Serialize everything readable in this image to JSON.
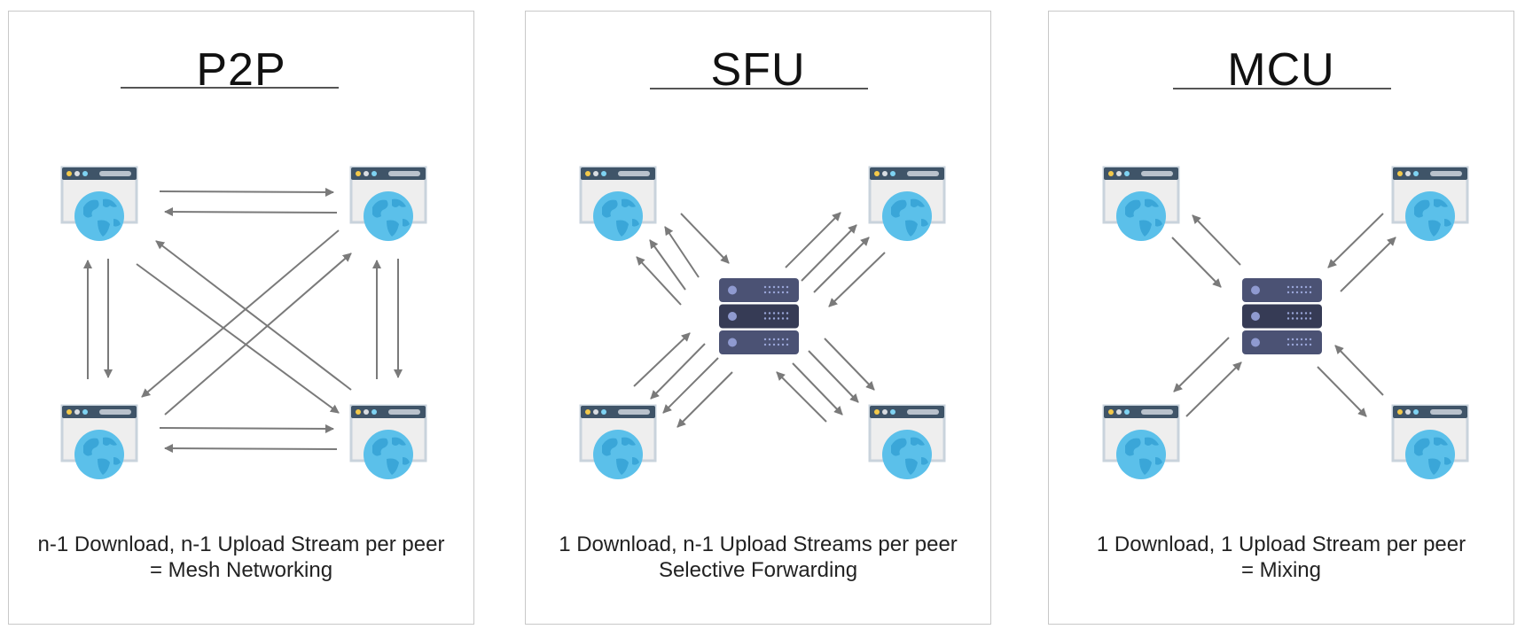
{
  "panels": [
    {
      "id": "p2p",
      "title": "P2P",
      "caption_line1": "n-1 Download, n-1 Upload Stream per peer",
      "caption_line2": "= Mesh Networking",
      "nodes": [
        "browser-peer",
        "browser-peer",
        "browser-peer",
        "browser-peer"
      ],
      "hub": null
    },
    {
      "id": "sfu",
      "title": "SFU",
      "caption_line1": "1 Download, n-1 Upload Streams per peer",
      "caption_line2": "Selective Forwarding",
      "nodes": [
        "browser-peer",
        "browser-peer",
        "browser-peer",
        "browser-peer"
      ],
      "hub": "server-icon"
    },
    {
      "id": "mcu",
      "title": "MCU",
      "caption_line1": "1 Download, 1 Upload Stream per peer",
      "caption_line2": "= Mixing",
      "nodes": [
        "browser-peer",
        "browser-peer",
        "browser-peer",
        "browser-peer"
      ],
      "hub": "server-icon"
    }
  ],
  "colors": {
    "arrow": "#7a7a7a",
    "browser_bar": "#3f5468",
    "browser_body": "#eeeeee",
    "globe": "#5bc0ea",
    "globe_land": "#3aa6d8",
    "server": "#4b5274",
    "server_dark": "#363b55",
    "border": "#c8c8c8"
  }
}
